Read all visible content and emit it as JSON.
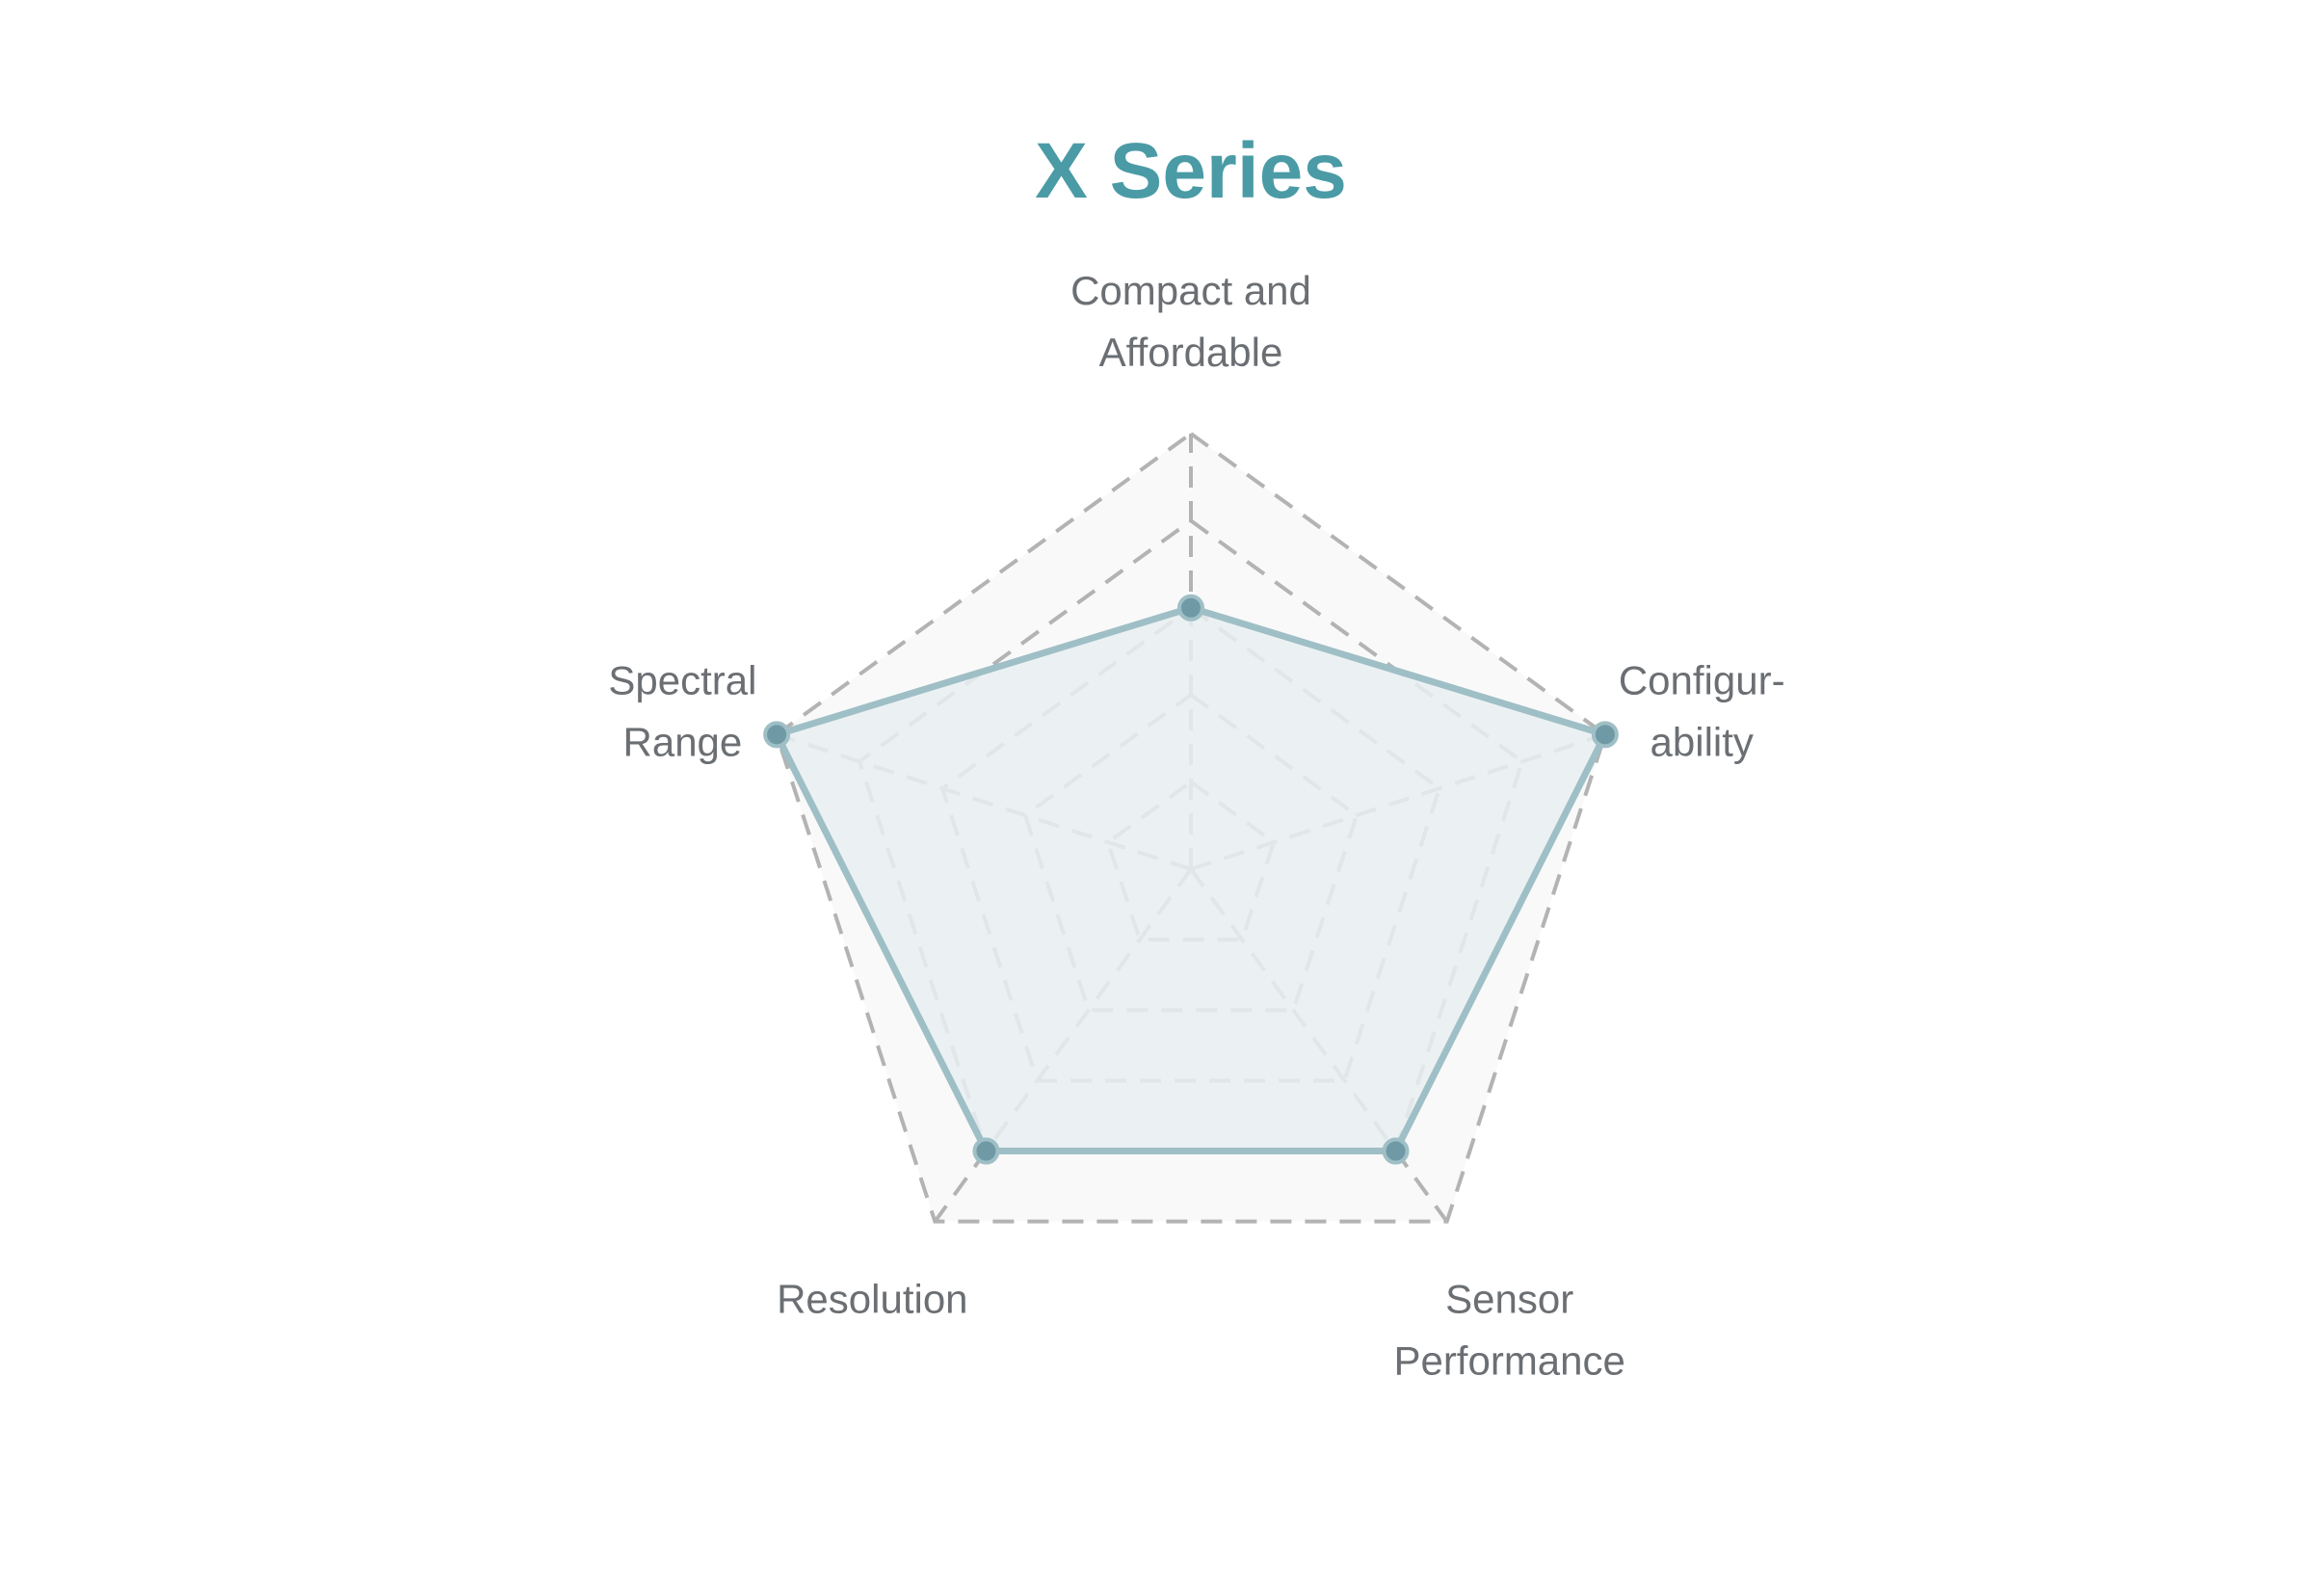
{
  "chart_data": {
    "type": "radar",
    "title": "X Series",
    "axes": [
      {
        "lines": [
          "Compact and",
          "Affordable"
        ]
      },
      {
        "lines": [
          "Configur-",
          "ability"
        ]
      },
      {
        "lines": [
          "Sensor",
          "Performance"
        ]
      },
      {
        "lines": [
          "Resolution"
        ]
      },
      {
        "lines": [
          "Spectral",
          "Range"
        ]
      }
    ],
    "range": [
      0,
      5
    ],
    "grid_levels": [
      1,
      2,
      3,
      4,
      5
    ],
    "grid_style": "dashed",
    "series": [
      {
        "values": [
          3,
          5,
          4,
          4,
          5
        ]
      }
    ],
    "colors": {
      "title": "#4a9ba6",
      "axis_label": "#6b6f73",
      "grid": "#b3b3b3",
      "background_fill": "#f9f9f9",
      "series_line": "#9fbfc6",
      "series_fill": "#e9f0f2",
      "series_point": "#6f9aa5"
    }
  }
}
